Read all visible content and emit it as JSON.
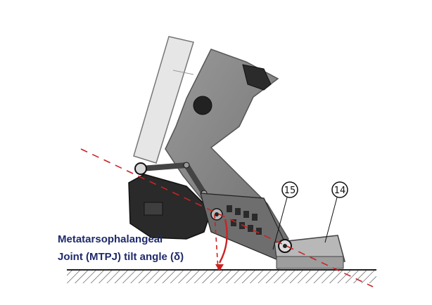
{
  "labels": {
    "callout_15": "15",
    "callout_14": "14",
    "angle_line1": "Metatarsophalangeal",
    "angle_line2": "Joint (MTPJ) tilt angle (δ)"
  },
  "colors": {
    "frame_gray": "#8a8a8a",
    "dark_part": "#2b2b2b",
    "light_bar": "#dcdcdc",
    "dashed_line": "#cc2222",
    "text_blue": "#1f2a6b"
  }
}
